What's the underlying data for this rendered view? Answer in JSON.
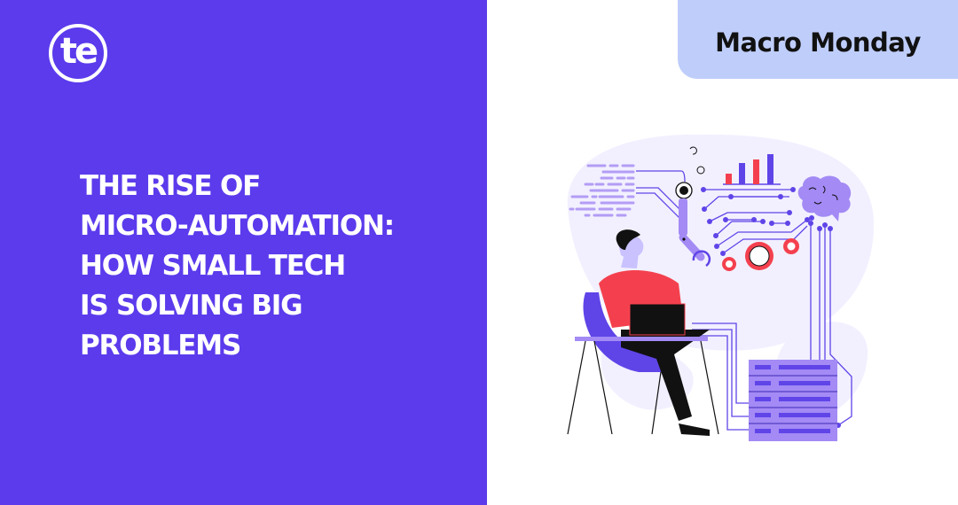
{
  "brand": {
    "logo_text": "te",
    "logo_icon": "te-circle-logo"
  },
  "badge": {
    "label": "Macro Monday"
  },
  "headline": {
    "lines": [
      "THE RISE OF",
      "MICRO-AUTOMATION:",
      "HOW SMALL TECH",
      "IS SOLVING BIG",
      "PROBLEMS"
    ]
  },
  "illustration": {
    "description": "person-with-laptop-automation-illustration"
  },
  "colors": {
    "primary": "#5b3bec",
    "badge_bg": "#bfcdfa",
    "accent_red": "#f4404e",
    "light_lavender": "#f2f0ff",
    "lavender": "#a38af5",
    "circuit": "#5f45e8"
  }
}
